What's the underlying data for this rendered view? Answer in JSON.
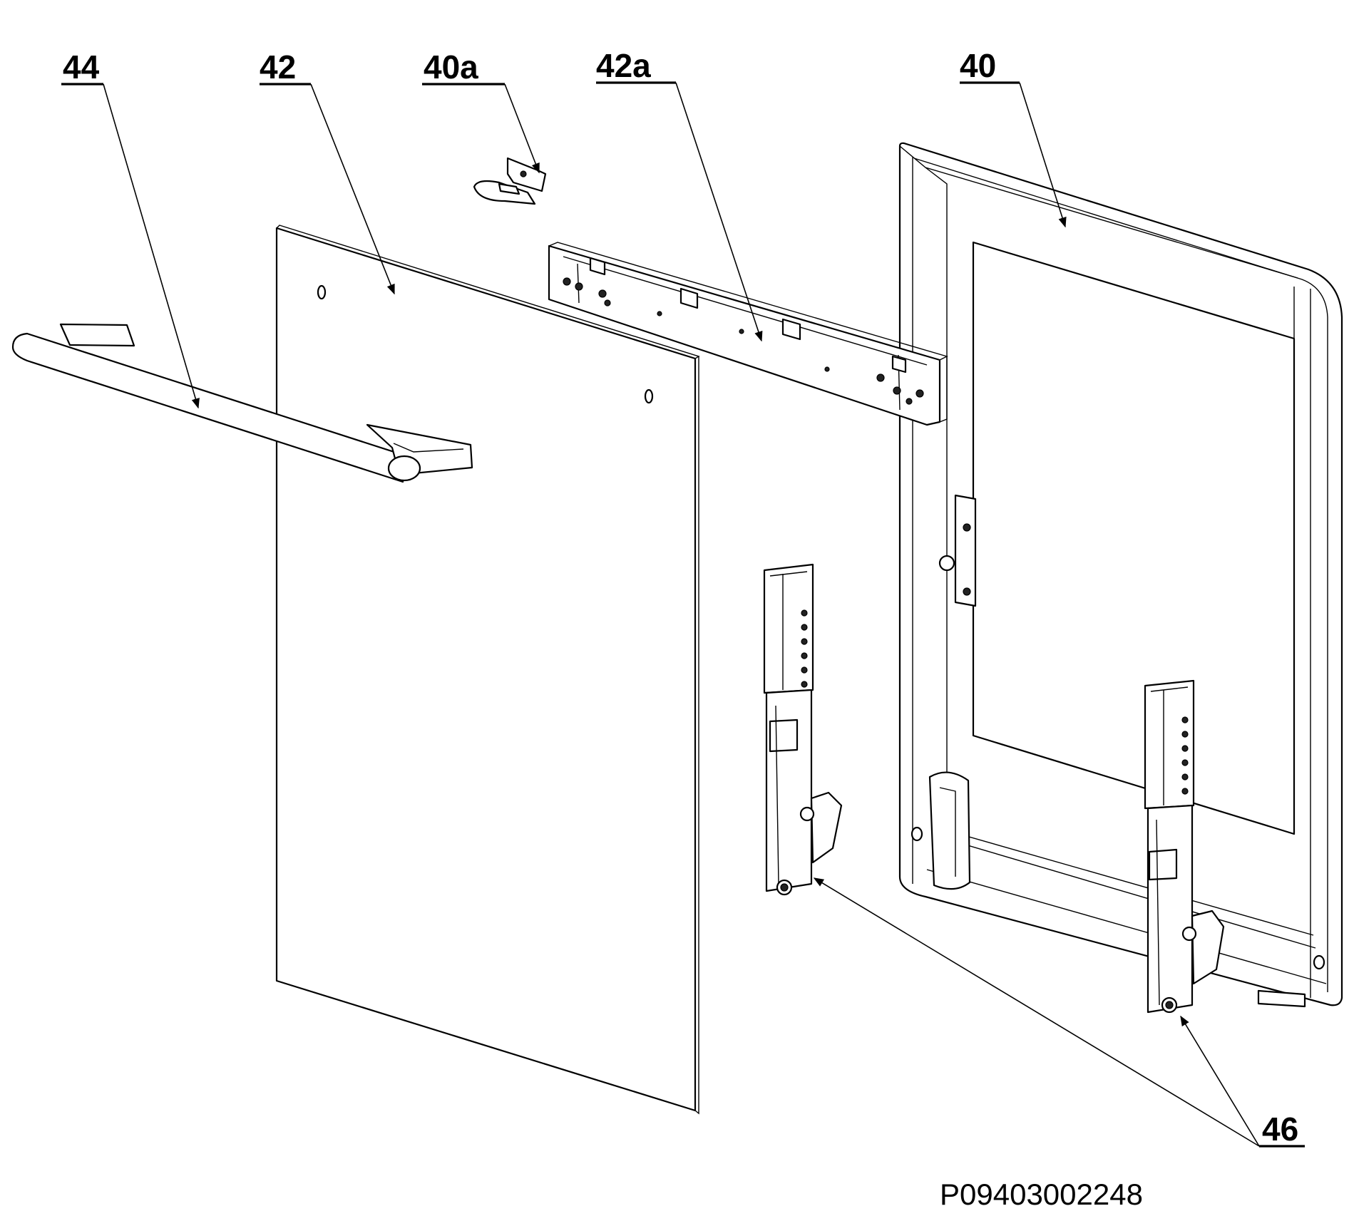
{
  "callouts": {
    "c44": "44",
    "c42": "42",
    "c40a": "40a",
    "c42a": "42a",
    "c40": "40",
    "c46": "46"
  },
  "reference_code": "P09403002248",
  "colors": {
    "line": "#000000",
    "background": "#ffffff"
  }
}
